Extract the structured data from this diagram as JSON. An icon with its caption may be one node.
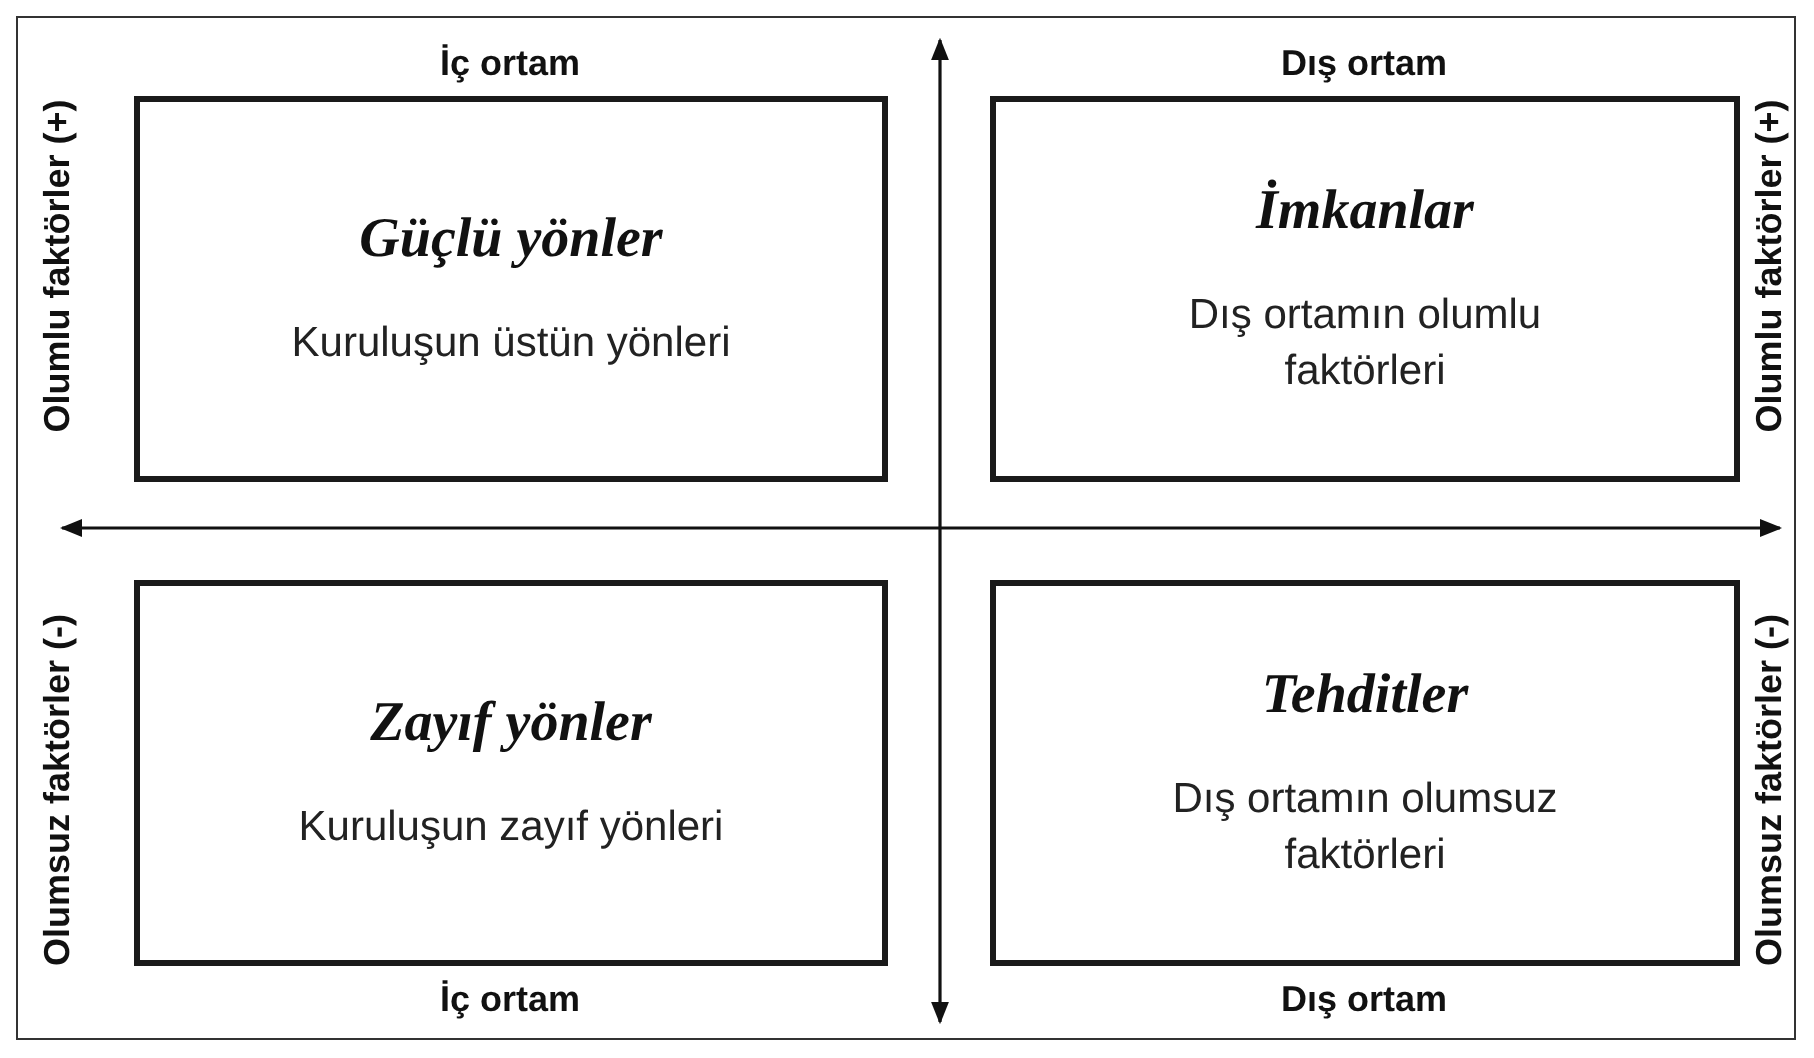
{
  "diagram": {
    "nodes": [
      {
        "text": [
          "Güçlü yönler",
          "Kuruluşun üstün yönleri"
        ]
      },
      {
        "text": [
          "İmkanlar",
          "Dış ortamın olumlu faktörleri"
        ]
      },
      {
        "text": [
          "Zayıf yönler",
          "Kuruluşun zayıf yönleri"
        ]
      },
      {
        "text": [
          "Tehditler",
          "Dış ortamın olumsuz faktörleri"
        ]
      }
    ],
    "labels": [
      "İç ortam",
      "Dış ortam",
      "Olumlu faktörler (+)",
      "Olumlu faktörler (+)",
      "Olumsuz faktörler (-)",
      "Olumsuz faktörler (-)",
      "İç ortam",
      "Dış ortam"
    ]
  }
}
